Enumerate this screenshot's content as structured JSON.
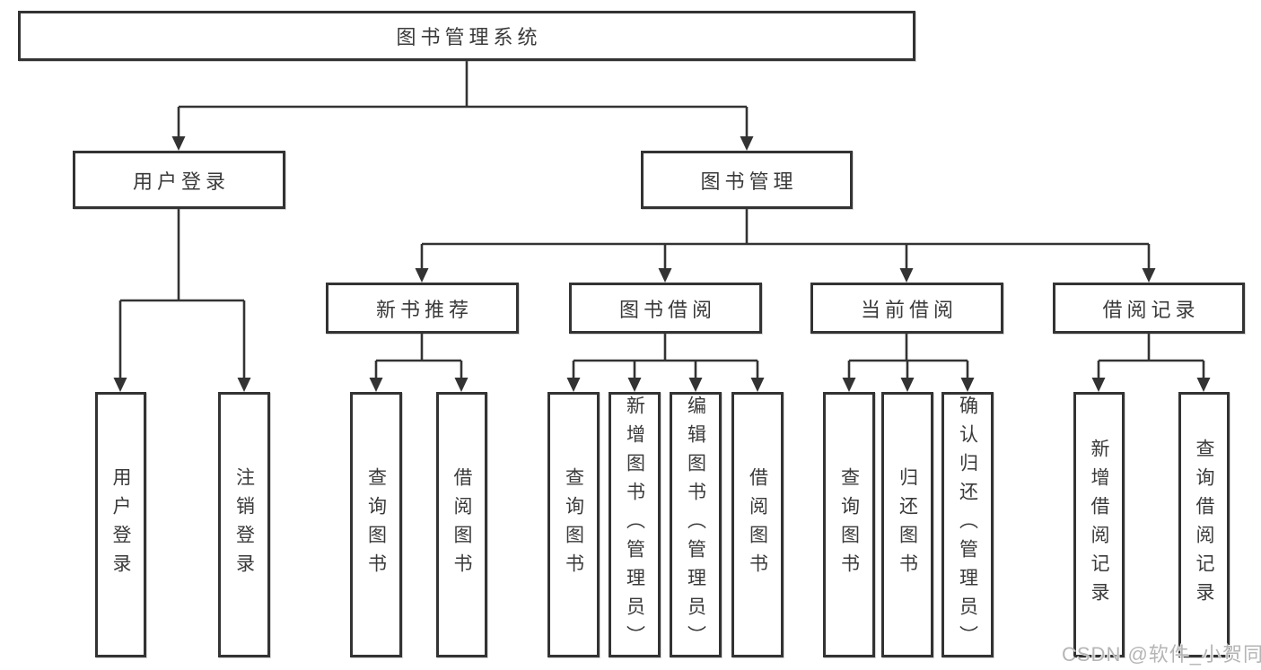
{
  "diagram": {
    "root": {
      "label": "图书管理系统"
    },
    "level2": [
      {
        "label": "用户登录"
      },
      {
        "label": "图书管理"
      }
    ],
    "level3": [
      {
        "label": "新书推荐"
      },
      {
        "label": "图书借阅"
      },
      {
        "label": "当前借阅"
      },
      {
        "label": "借阅记录"
      }
    ],
    "leaves": {
      "user_login": [
        {
          "label": "用户登录"
        },
        {
          "label": "注销登录"
        }
      ],
      "new_book_recommendation": [
        {
          "label": "查询图书"
        },
        {
          "label": "借阅图书"
        }
      ],
      "book_borrowing": [
        {
          "label": "查询图书"
        },
        {
          "label": "新增图书（管理员）"
        },
        {
          "label": "编辑图书（管理员）"
        },
        {
          "label": "借阅图书"
        }
      ],
      "current_borrowing": [
        {
          "label": "查询图书"
        },
        {
          "label": "归还图书"
        },
        {
          "label": "确认归还（管理员）"
        }
      ],
      "borrowing_records": [
        {
          "label": "新增借阅记录"
        },
        {
          "label": "查询借阅记录"
        }
      ]
    }
  },
  "watermark": {
    "text": "CSDN @软件_小贺同学"
  },
  "colors": {
    "line": "#333333",
    "box_border": "#333333",
    "box_fill": "#ffffff",
    "text": "#3a3a3a",
    "background": "#ffffff",
    "watermark": "#b5b5b5"
  }
}
